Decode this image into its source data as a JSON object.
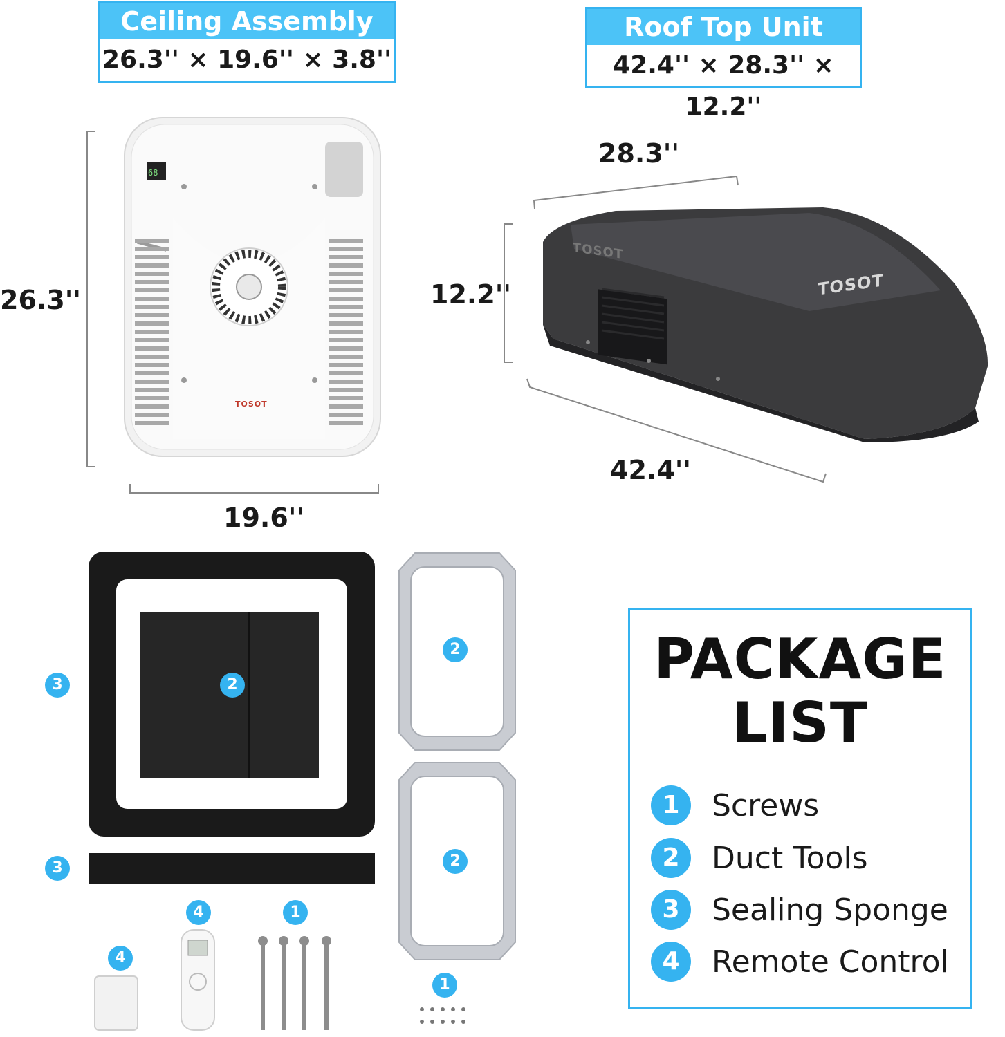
{
  "ceiling_assembly": {
    "title": "Ceiling Assembly",
    "dimensions": "26.3'' × 19.6'' × 3.8''",
    "height_label": "26.3''",
    "width_label": "19.6''",
    "brand": "TOSOT",
    "display_value": "68"
  },
  "roof_top_unit": {
    "title": "Roof Top Unit",
    "dimensions": "42.4'' × 28.3'' × 12.2''",
    "width_label": "28.3''",
    "height_label": "12.2''",
    "length_label": "42.4''",
    "brand_top": "TOSOT",
    "brand_side": "TOSOT"
  },
  "parts_badges": {
    "gasket": "3",
    "foam_panel": "2",
    "strip": "3",
    "bracket_top": "2",
    "bracket_bottom": "2",
    "remote": "4",
    "holder": "4",
    "bolts": "1",
    "small_screws": "1"
  },
  "package_list": {
    "title_line1": "PACKAGE",
    "title_line2": "LIST",
    "items": [
      {
        "num": "1",
        "label": "Screws"
      },
      {
        "num": "2",
        "label": "Duct Tools"
      },
      {
        "num": "3",
        "label": "Sealing Sponge"
      },
      {
        "num": "4",
        "label": "Remote Control"
      }
    ]
  },
  "colors": {
    "accent": "#35b3f0",
    "badge": "#4cc3f7"
  }
}
